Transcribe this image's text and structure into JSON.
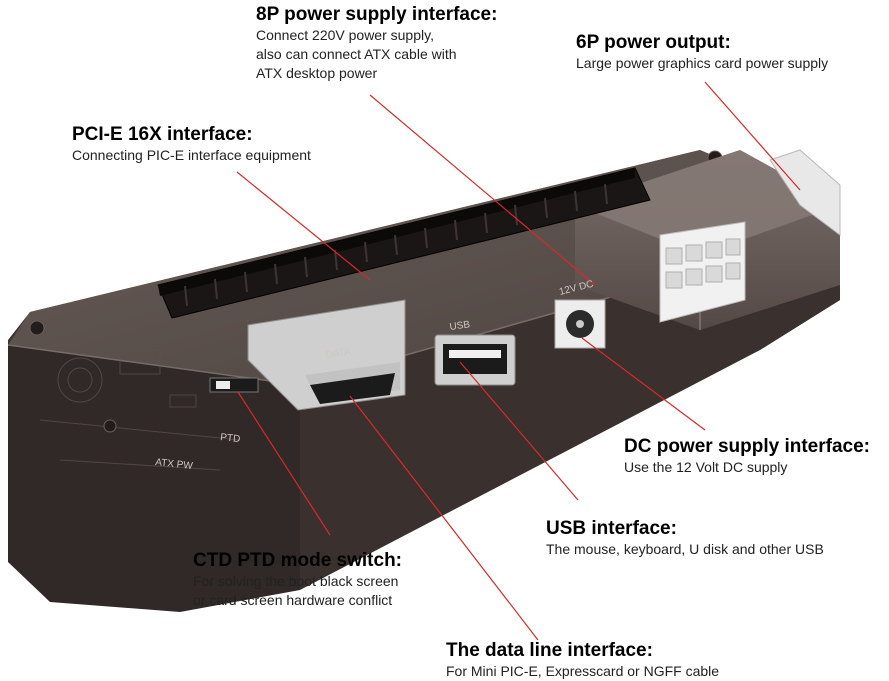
{
  "callouts": {
    "power8p": {
      "title": "8P power supply interface:",
      "desc": [
        "Connect 220V power supply,",
        "also can connect ATX cable with",
        "ATX desktop power"
      ]
    },
    "power6p": {
      "title": "6P power output:",
      "desc": [
        "Large power graphics card power supply"
      ]
    },
    "pcie": {
      "title": "PCI-E 16X interface:",
      "desc": [
        "Connecting PIC-E interface equipment"
      ]
    },
    "dc": {
      "title": "DC power supply interface:",
      "desc": [
        "Use the 12 Volt DC supply"
      ]
    },
    "usb": {
      "title": "USB interface:",
      "desc": [
        "The mouse, keyboard, U disk and other USB"
      ]
    },
    "ctd": {
      "title": "CTD PTD mode switch:",
      "desc": [
        "For solving the boot black screen",
        "or card screen hardware conflict"
      ]
    },
    "dataline": {
      "title": "The data line interface:",
      "desc": [
        "For Mini PIC-E, Expresscard or NGFF cable"
      ]
    }
  },
  "board_labels": {
    "data": "DATA",
    "usb": "USB",
    "dc": "12V DC",
    "atx": "ATX PW",
    "ptd": "PTD"
  },
  "colors": {
    "leader_line": "#d42a2a",
    "case": "#3b3230",
    "case_top": "#5a4f4b",
    "slot": "#161312",
    "connector_white": "#f1f1f1",
    "metal": "#b9b9b9"
  }
}
